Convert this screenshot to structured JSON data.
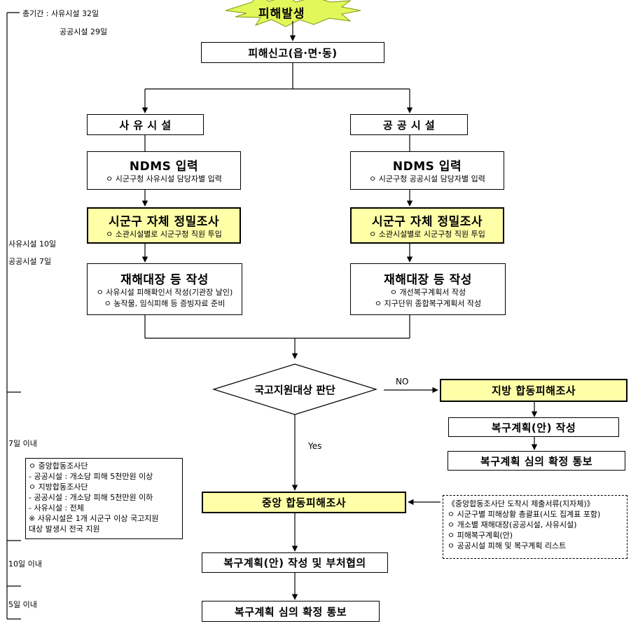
{
  "start": "피해발생",
  "report": "피해신고(읍·면·동)",
  "private": {
    "header": "사 유 시 설",
    "ndms_title": "NDMS 입력",
    "ndms_note": "ㅇ 시군구청 사유시설 담당자별 입력",
    "survey_title": "시군구 자체 정밀조사",
    "survey_note": "ㅇ 소관시설별로 시군구청 직원 투입",
    "ledger_title": "재해대장 등 작성",
    "ledger_notes": [
      "ㅇ 사유시설 피해확인서 작성(기관장 날인)",
      "ㅇ 농작물, 임식피해 등 증빙자료 준비"
    ]
  },
  "public": {
    "header": "공 공 시 설",
    "ndms_title": "NDMS 입력",
    "ndms_note": "ㅇ 시군구청 공공시설 담당자별 입력",
    "survey_title": "시군구 자체 정밀조사",
    "survey_note": "ㅇ 소관시설별로 시군구청 직원 투입",
    "ledger_title": "재해대장 등 작성",
    "ledger_notes": [
      "ㅇ 개선복구계획서 작성",
      "ㅇ 지구단위 종합복구계획서 작성"
    ]
  },
  "decision": "국고지원대상 판단",
  "no_label": "NO",
  "yes_label": "Yes",
  "local_survey": "지방 합동피해조사",
  "local_plan": "복구계획(안) 작성",
  "local_notify": "복구계획 심의 확정 통보",
  "central_survey": "중앙 합동피해조사",
  "plan_consult": "복구계획(안) 작성 및 부처협의",
  "final_notify": "복구계획 심의 확정 통보",
  "timeline": {
    "total_1": "총기간 : 사유시설 32일",
    "total_2": "공공시설 29일",
    "days_a_1": "사유시설 10일",
    "days_a_2": "공공시설 7일",
    "days_b": "7일 이내",
    "days_c": "10일 이내",
    "days_d": "5일 이내"
  },
  "criteria_notes": [
    "ㅇ 중앙합동조사단",
    "  - 공공시설 : 개소당 피해 5천만원 이상",
    "ㅇ 지방합동조사단",
    "  - 공공시설 : 개소당 피해 5천만원 이하",
    "  - 사유시설 : 전체",
    "※ 사유시설은 1개 시군구 이상 국고지원",
    "   대상 발생시 전국 지원"
  ],
  "documents_notes": [
    "《중앙합동조사단 도착시 제출서류(지자체)》",
    "ㅇ 시군구별 피해상황 총괄표(시도 집계표 포함)",
    "ㅇ 개소별 재해대장(공공시설, 사유시설)",
    "ㅇ 피해복구계획(안)",
    "ㅇ 공공시설 피해 및 복구계획 리스트"
  ]
}
